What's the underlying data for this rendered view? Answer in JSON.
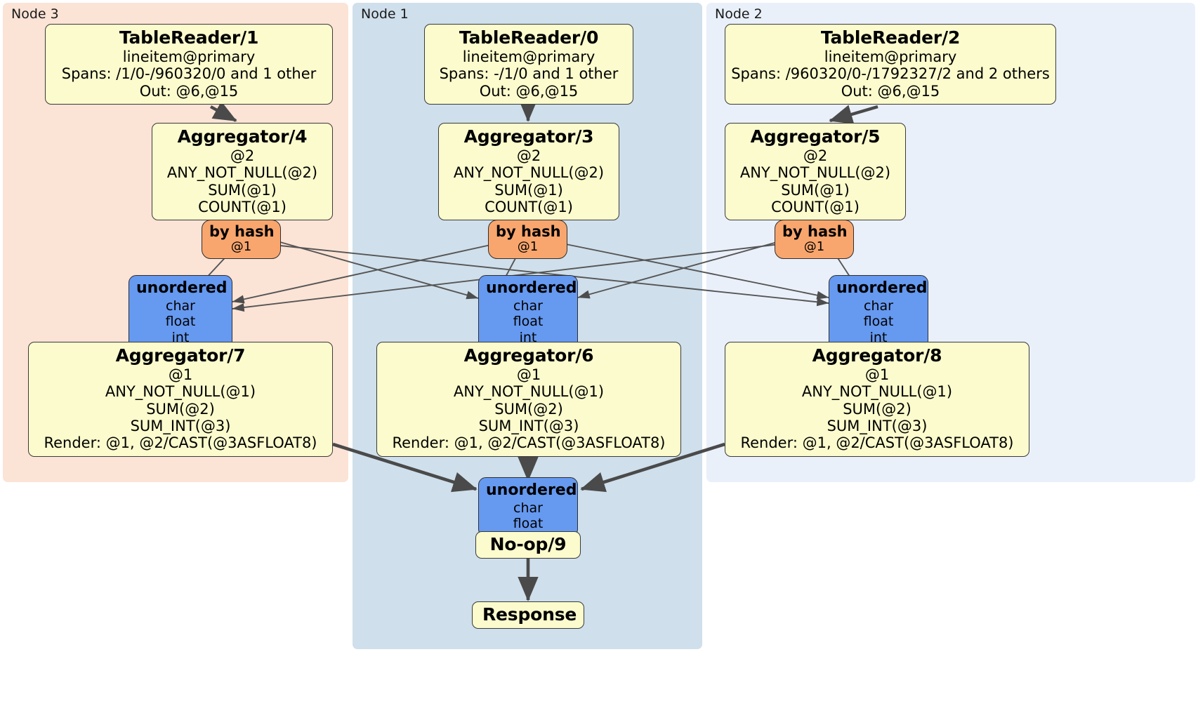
{
  "diagram": {
    "type": "distributed-query-execution-plan",
    "colors": {
      "node3_panel": "#fbe3d6",
      "node1_panel": "#cfdfeb",
      "node2_panel": "#eaf0fa",
      "processor_fill": "#fbfbcd",
      "router_fill": "#f8a66e",
      "synchronizer_fill": "#6699f0",
      "edge_stroke": "#4a4a4a",
      "thin_edge_stroke": "#555555",
      "border": "#3a3a3a"
    }
  },
  "panels": [
    {
      "id": "node3",
      "label": "Node 3"
    },
    {
      "id": "node1",
      "label": "Node 1"
    },
    {
      "id": "node2",
      "label": "Node 2"
    }
  ],
  "processors": {
    "table_reader_1": {
      "title": "TableReader/1",
      "lines": [
        "lineitem@primary",
        "Spans: /1/0-/960320/0 and 1 other",
        "Out: @6,@15"
      ]
    },
    "table_reader_0": {
      "title": "TableReader/0",
      "lines": [
        "lineitem@primary",
        "Spans: -/1/0 and 1 other",
        "Out: @6,@15"
      ]
    },
    "table_reader_2": {
      "title": "TableReader/2",
      "lines": [
        "lineitem@primary",
        "Spans: /960320/0-/1792327/2 and 2 others",
        "Out: @6,@15"
      ]
    },
    "aggregator_4": {
      "title": "Aggregator/4",
      "lines": [
        "@2",
        "ANY_NOT_NULL(@2)",
        "SUM(@1)",
        "COUNT(@1)"
      ]
    },
    "aggregator_3": {
      "title": "Aggregator/3",
      "lines": [
        "@2",
        "ANY_NOT_NULL(@2)",
        "SUM(@1)",
        "COUNT(@1)"
      ]
    },
    "aggregator_5": {
      "title": "Aggregator/5",
      "lines": [
        "@2",
        "ANY_NOT_NULL(@2)",
        "SUM(@1)",
        "COUNT(@1)"
      ]
    },
    "aggregator_7": {
      "title": "Aggregator/7",
      "lines": [
        "@1",
        "ANY_NOT_NULL(@1)",
        "SUM(@2)",
        "SUM_INT(@3)",
        "Render: @1, @2/CAST(@3ASFLOAT8)"
      ]
    },
    "aggregator_6": {
      "title": "Aggregator/6",
      "lines": [
        "@1",
        "ANY_NOT_NULL(@1)",
        "SUM(@2)",
        "SUM_INT(@3)",
        "Render: @1, @2/CAST(@3ASFLOAT8)"
      ]
    },
    "aggregator_8": {
      "title": "Aggregator/8",
      "lines": [
        "@1",
        "ANY_NOT_NULL(@1)",
        "SUM(@2)",
        "SUM_INT(@3)",
        "Render: @1, @2/CAST(@3ASFLOAT8)"
      ]
    },
    "noop_9": {
      "title": "No-op/9",
      "lines": []
    },
    "response": {
      "title": "Response",
      "lines": []
    }
  },
  "routers": {
    "router_left": {
      "title": "by hash",
      "lines": [
        "@1"
      ]
    },
    "router_center": {
      "title": "by hash",
      "lines": [
        "@1"
      ]
    },
    "router_right": {
      "title": "by hash",
      "lines": [
        "@1"
      ]
    }
  },
  "synchronizers": {
    "sync_left": {
      "title": "unordered",
      "lines": [
        "char",
        "float",
        "int"
      ]
    },
    "sync_center": {
      "title": "unordered",
      "lines": [
        "char",
        "float",
        "int"
      ]
    },
    "sync_right": {
      "title": "unordered",
      "lines": [
        "char",
        "float",
        "int"
      ]
    },
    "sync_final": {
      "title": "unordered",
      "lines": [
        "char",
        "float"
      ]
    }
  }
}
